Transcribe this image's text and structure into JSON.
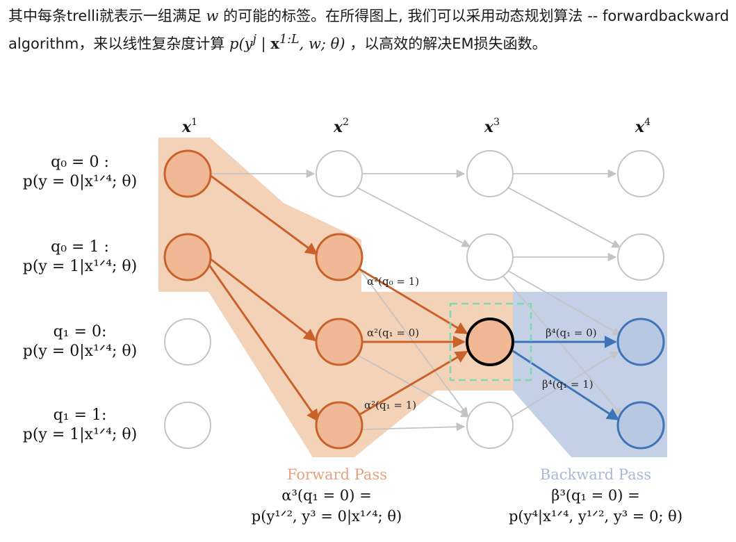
{
  "paragraph": {
    "part1": "其中每条trelli就表示一组满足 ",
    "math_w": "w",
    "part2": " 的可能的标签。在所得图上, 我们可以采用动态规划算法 -- forwardbackward algorithm，来以线性复杂度计算 ",
    "math_p": "p(y",
    "math_sup_j": "j",
    "math_bar": " | ",
    "math_x": "x",
    "math_sup_L": "1:L",
    "math_rest": ", w; θ)",
    "part3": " ，以高效的解决EM损失函数。"
  },
  "diagram": {
    "col_headers": [
      "x",
      "x",
      "x",
      "x"
    ],
    "col_superscripts": [
      "1",
      "2",
      "3",
      "4"
    ],
    "row_labels": [
      {
        "line1": "q₀ = 0 :",
        "line2": "p(y = 0|x¹ᐟ⁴; θ)"
      },
      {
        "line1": "q₀ = 1 :",
        "line2": "p(y = 1|x¹ᐟ⁴; θ)"
      },
      {
        "line1": "q₁ = 0:",
        "line2": "p(y = 0|x¹ᐟ⁴; θ)"
      },
      {
        "line1": "q₁ = 1:",
        "line2": "p(y = 1|x¹ᐟ⁴; θ)"
      }
    ],
    "edge_labels": {
      "alpha_q0_1": "α²(q₀ = 1)",
      "alpha_q1_0": "α²(q₁ = 0)",
      "alpha_q1_1": "α²(q₁ = 1)",
      "beta_q1_0": "β⁴(q₁ = 0)",
      "beta_q1_1": "β⁴(q₁ = 1)"
    },
    "forward_label": "Forward Pass",
    "backward_label": "Backward Pass",
    "forward_formula": {
      "line1": "α³(q₁ = 0) =",
      "line2": "p(y¹ᐟ², y³ = 0|x¹ᐟ⁴; θ)"
    },
    "backward_formula": {
      "line1": "β³(q₁ = 0) =",
      "line2": "p(y⁴|x¹ᐟ⁴, y¹ᐟ², y³ = 0; θ)"
    },
    "colors": {
      "forward_fill": "#f3cdb0",
      "forward_stroke": "#c8622a",
      "backward_fill": "#b9c8e2",
      "backward_stroke": "#3f73b8",
      "gray": "#c4c4c4",
      "dashed": "#7fd8b0",
      "forward_text": "#e8a07c",
      "backward_text": "#a6b9d8"
    }
  }
}
